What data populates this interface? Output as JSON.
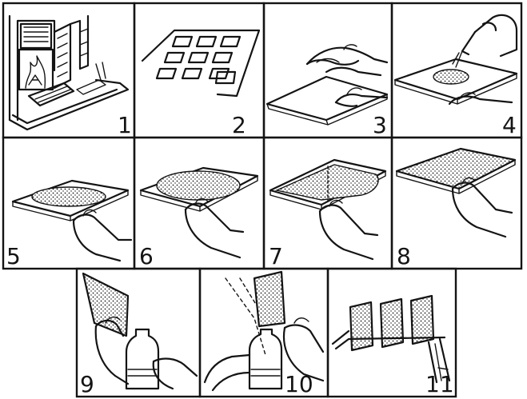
{
  "panels": [
    {
      "number": "1",
      "depicts": "fireplace"
    },
    {
      "number": "2",
      "depicts": "slides-on-tray"
    },
    {
      "number": "3",
      "depicts": "wiping-slide"
    },
    {
      "number": "4",
      "depicts": "pouring-emulsion"
    },
    {
      "number": "5",
      "depicts": "spreading-emulsion"
    },
    {
      "number": "6",
      "depicts": "spreading-emulsion"
    },
    {
      "number": "7",
      "depicts": "spreading-emulsion"
    },
    {
      "number": "8",
      "depicts": "coated-slide"
    },
    {
      "number": "9",
      "depicts": "draining-into-bottle"
    },
    {
      "number": "10",
      "depicts": "tilting-slide"
    },
    {
      "number": "11",
      "depicts": "drying-rack"
    }
  ],
  "colors": {
    "ink": "#141414",
    "paper": "#ffffff"
  }
}
